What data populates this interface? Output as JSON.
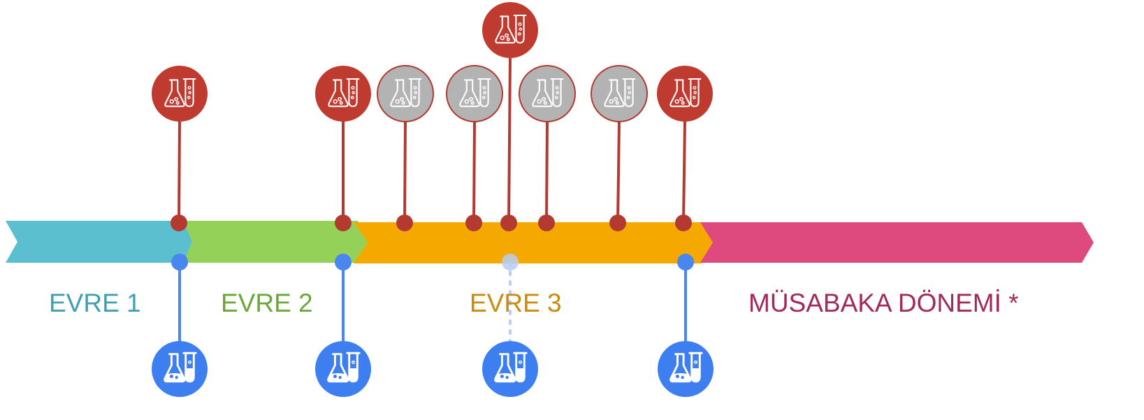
{
  "phases": [
    {
      "label": "EVRE 1",
      "color": "#5bbfd0",
      "text_color": "#3fa0b2"
    },
    {
      "label": "EVRE 2",
      "color": "#94d158",
      "text_color": "#6aa63a"
    },
    {
      "label": "EVRE 3",
      "color": "#f5a800",
      "text_color": "#c98a10"
    },
    {
      "label": "MÜSABAKA DÖNEMİ *",
      "color": "#df4a7e",
      "text_color": "#a02a5a"
    }
  ],
  "icon": "flask-and-test-tube-icon",
  "colors": {
    "red_marker": "#bf3a2f",
    "gray_marker": "#b3b3b3",
    "blue_marker": "#3d7ff0",
    "line_red": "#b23a30",
    "line_blue": "#4a86f0"
  },
  "top_markers": [
    {
      "kind": "red"
    },
    {
      "kind": "red"
    },
    {
      "kind": "gray"
    },
    {
      "kind": "gray"
    },
    {
      "kind": "red"
    },
    {
      "kind": "gray"
    },
    {
      "kind": "gray"
    },
    {
      "kind": "red"
    }
  ],
  "bottom_markers": [
    {
      "kind": "solid"
    },
    {
      "kind": "solid"
    },
    {
      "kind": "dotted"
    },
    {
      "kind": "solid"
    }
  ]
}
